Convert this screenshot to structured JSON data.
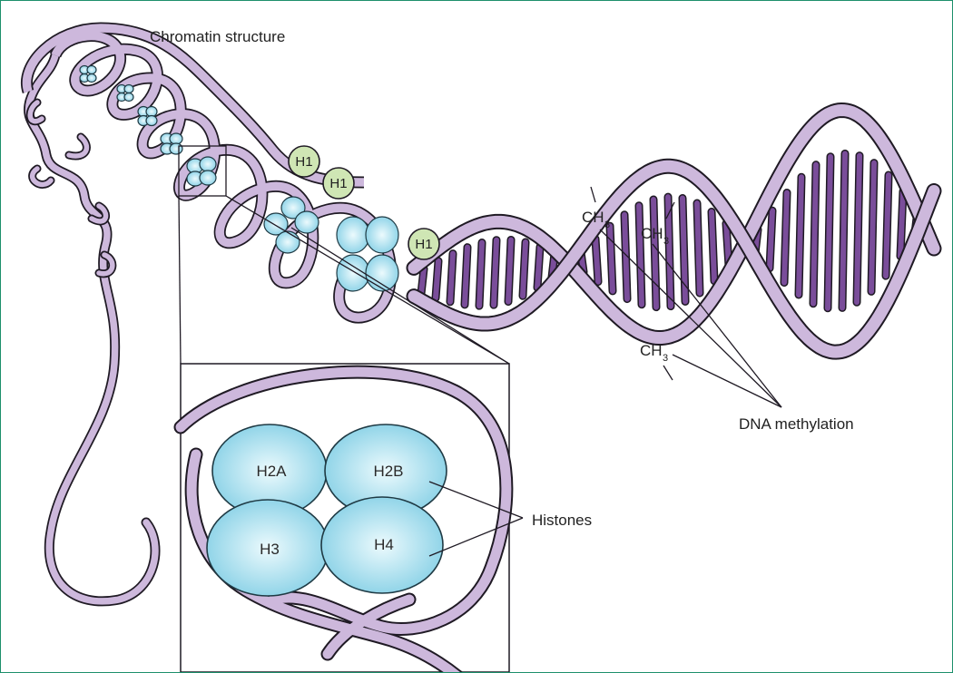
{
  "labels": {
    "chromatin_structure": "Chromatin structure",
    "dna_methylation": "DNA methylation",
    "histones": "Histones"
  },
  "linker_histones": [
    "H1",
    "H1",
    "H1"
  ],
  "methyl_groups": [
    {
      "base": "CH",
      "sub": "3"
    },
    {
      "base": "CH",
      "sub": "3"
    },
    {
      "base": "CH",
      "sub": "3"
    }
  ],
  "histone_core": [
    "H2A",
    "H2B",
    "H3",
    "H4"
  ],
  "colors": {
    "dna_fill": "#cdb8dc",
    "dna_stroke": "#1f1a24",
    "base_pair": "#7a4d9a",
    "histone_light": "#e8f8fc",
    "histone_dark": "#7fcde4",
    "h1_fill": "#cfe6b4",
    "frame": "#1d8f6b"
  }
}
